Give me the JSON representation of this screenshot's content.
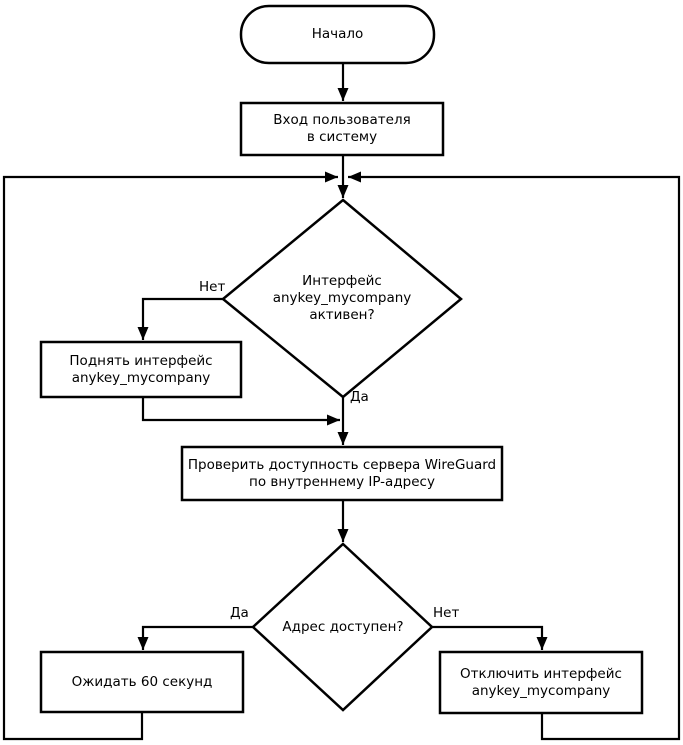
{
  "diagram": {
    "background_color": "#ffffff",
    "stroke_color": "#000000",
    "nodes": {
      "start": {
        "type": "terminator",
        "label": "Начало"
      },
      "login": {
        "type": "process",
        "label": "Вход пользователя\nв систему"
      },
      "interface_active": {
        "type": "decision",
        "label": "Интерфейс\nanykey_mycompany\nактивен?"
      },
      "bring_up": {
        "type": "process",
        "label": "Поднять интерфейс\nanykey_mycompany"
      },
      "check_server": {
        "type": "process",
        "label": "Проверить доступность сервера WireGuard\nпо внутреннему IP-адресу"
      },
      "address_available": {
        "type": "decision",
        "label": "Адрес доступен?"
      },
      "wait": {
        "type": "process",
        "label": "Ожидать 60 секунд"
      },
      "disable": {
        "type": "process",
        "label": "Отключить интерфейс\nanykey_mycompany"
      }
    },
    "edge_labels": {
      "interface_no": "Нет",
      "interface_yes": "Да",
      "address_yes": "Да",
      "address_no": "Нет"
    }
  }
}
